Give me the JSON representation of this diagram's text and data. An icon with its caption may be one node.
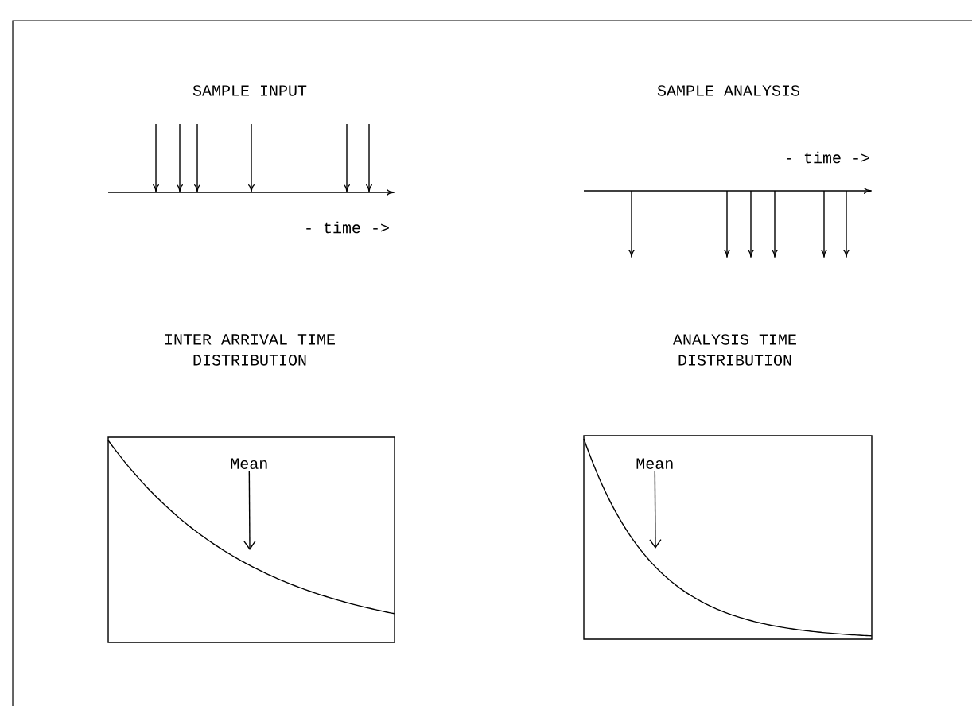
{
  "diagram": {
    "nodes": [
      {
        "text": [],
        "shape": "box"
      },
      {
        "text": [
          "Mean"
        ],
        "in": 0
      },
      {
        "text": [],
        "shape": "box"
      },
      {
        "text": [
          "Mean"
        ],
        "in": 2
      }
    ],
    "edges": [
      {
        "from": 1,
        "to": null,
        "arrow": "to"
      },
      {
        "from": 3,
        "to": null,
        "arrow": "to"
      }
    ],
    "labels": [
      "SAMPLE INPUT",
      "SAMPLE ANALYSIS",
      "- time ->",
      "- time ->",
      "INTER ARRIVAL TIME DISTRIBUTION",
      "ANALYSIS TIME DISTRIBUTION"
    ]
  }
}
